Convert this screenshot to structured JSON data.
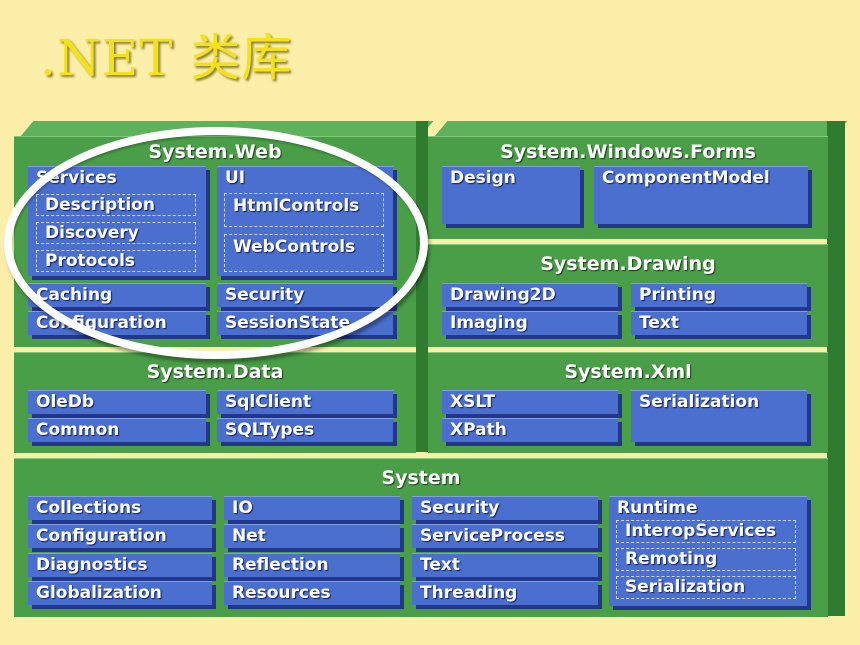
{
  "title": ".NET 类库",
  "web": {
    "title": "System.Web",
    "services": "Services",
    "description": "Description",
    "discovery": "Discovery",
    "protocols": "Protocols",
    "ui": "UI",
    "htmlcontrols": "HtmlControls",
    "webcontrols": "WebControls",
    "caching": "Caching",
    "security": "Security",
    "configuration": "Configuration",
    "sessionstate": "SessionState"
  },
  "forms": {
    "title": "System.Windows.Forms",
    "design": "Design",
    "componentmodel": "ComponentModel"
  },
  "drawing": {
    "title": "System.Drawing",
    "drawing2d": "Drawing2D",
    "printing": "Printing",
    "imaging": "Imaging",
    "text": "Text"
  },
  "data": {
    "title": "System.Data",
    "oledb": "OleDb",
    "sqlclient": "SqlClient",
    "common": "Common",
    "sqltypes": "SQLTypes"
  },
  "xml": {
    "title": "System.Xml",
    "xslt": "XSLT",
    "xpath": "XPath",
    "serialization": "Serialization"
  },
  "system": {
    "title": "System",
    "collections": "Collections",
    "configuration": "Configuration",
    "diagnostics": "Diagnostics",
    "globalization": "Globalization",
    "io": "IO",
    "net": "Net",
    "reflection": "Reflection",
    "resources": "Resources",
    "security": "Security",
    "serviceprocess": "ServiceProcess",
    "text": "Text",
    "threading": "Threading",
    "runtime": "Runtime",
    "interopservices": "InteropServices",
    "remoting": "Remoting",
    "serialization": "Serialization"
  }
}
